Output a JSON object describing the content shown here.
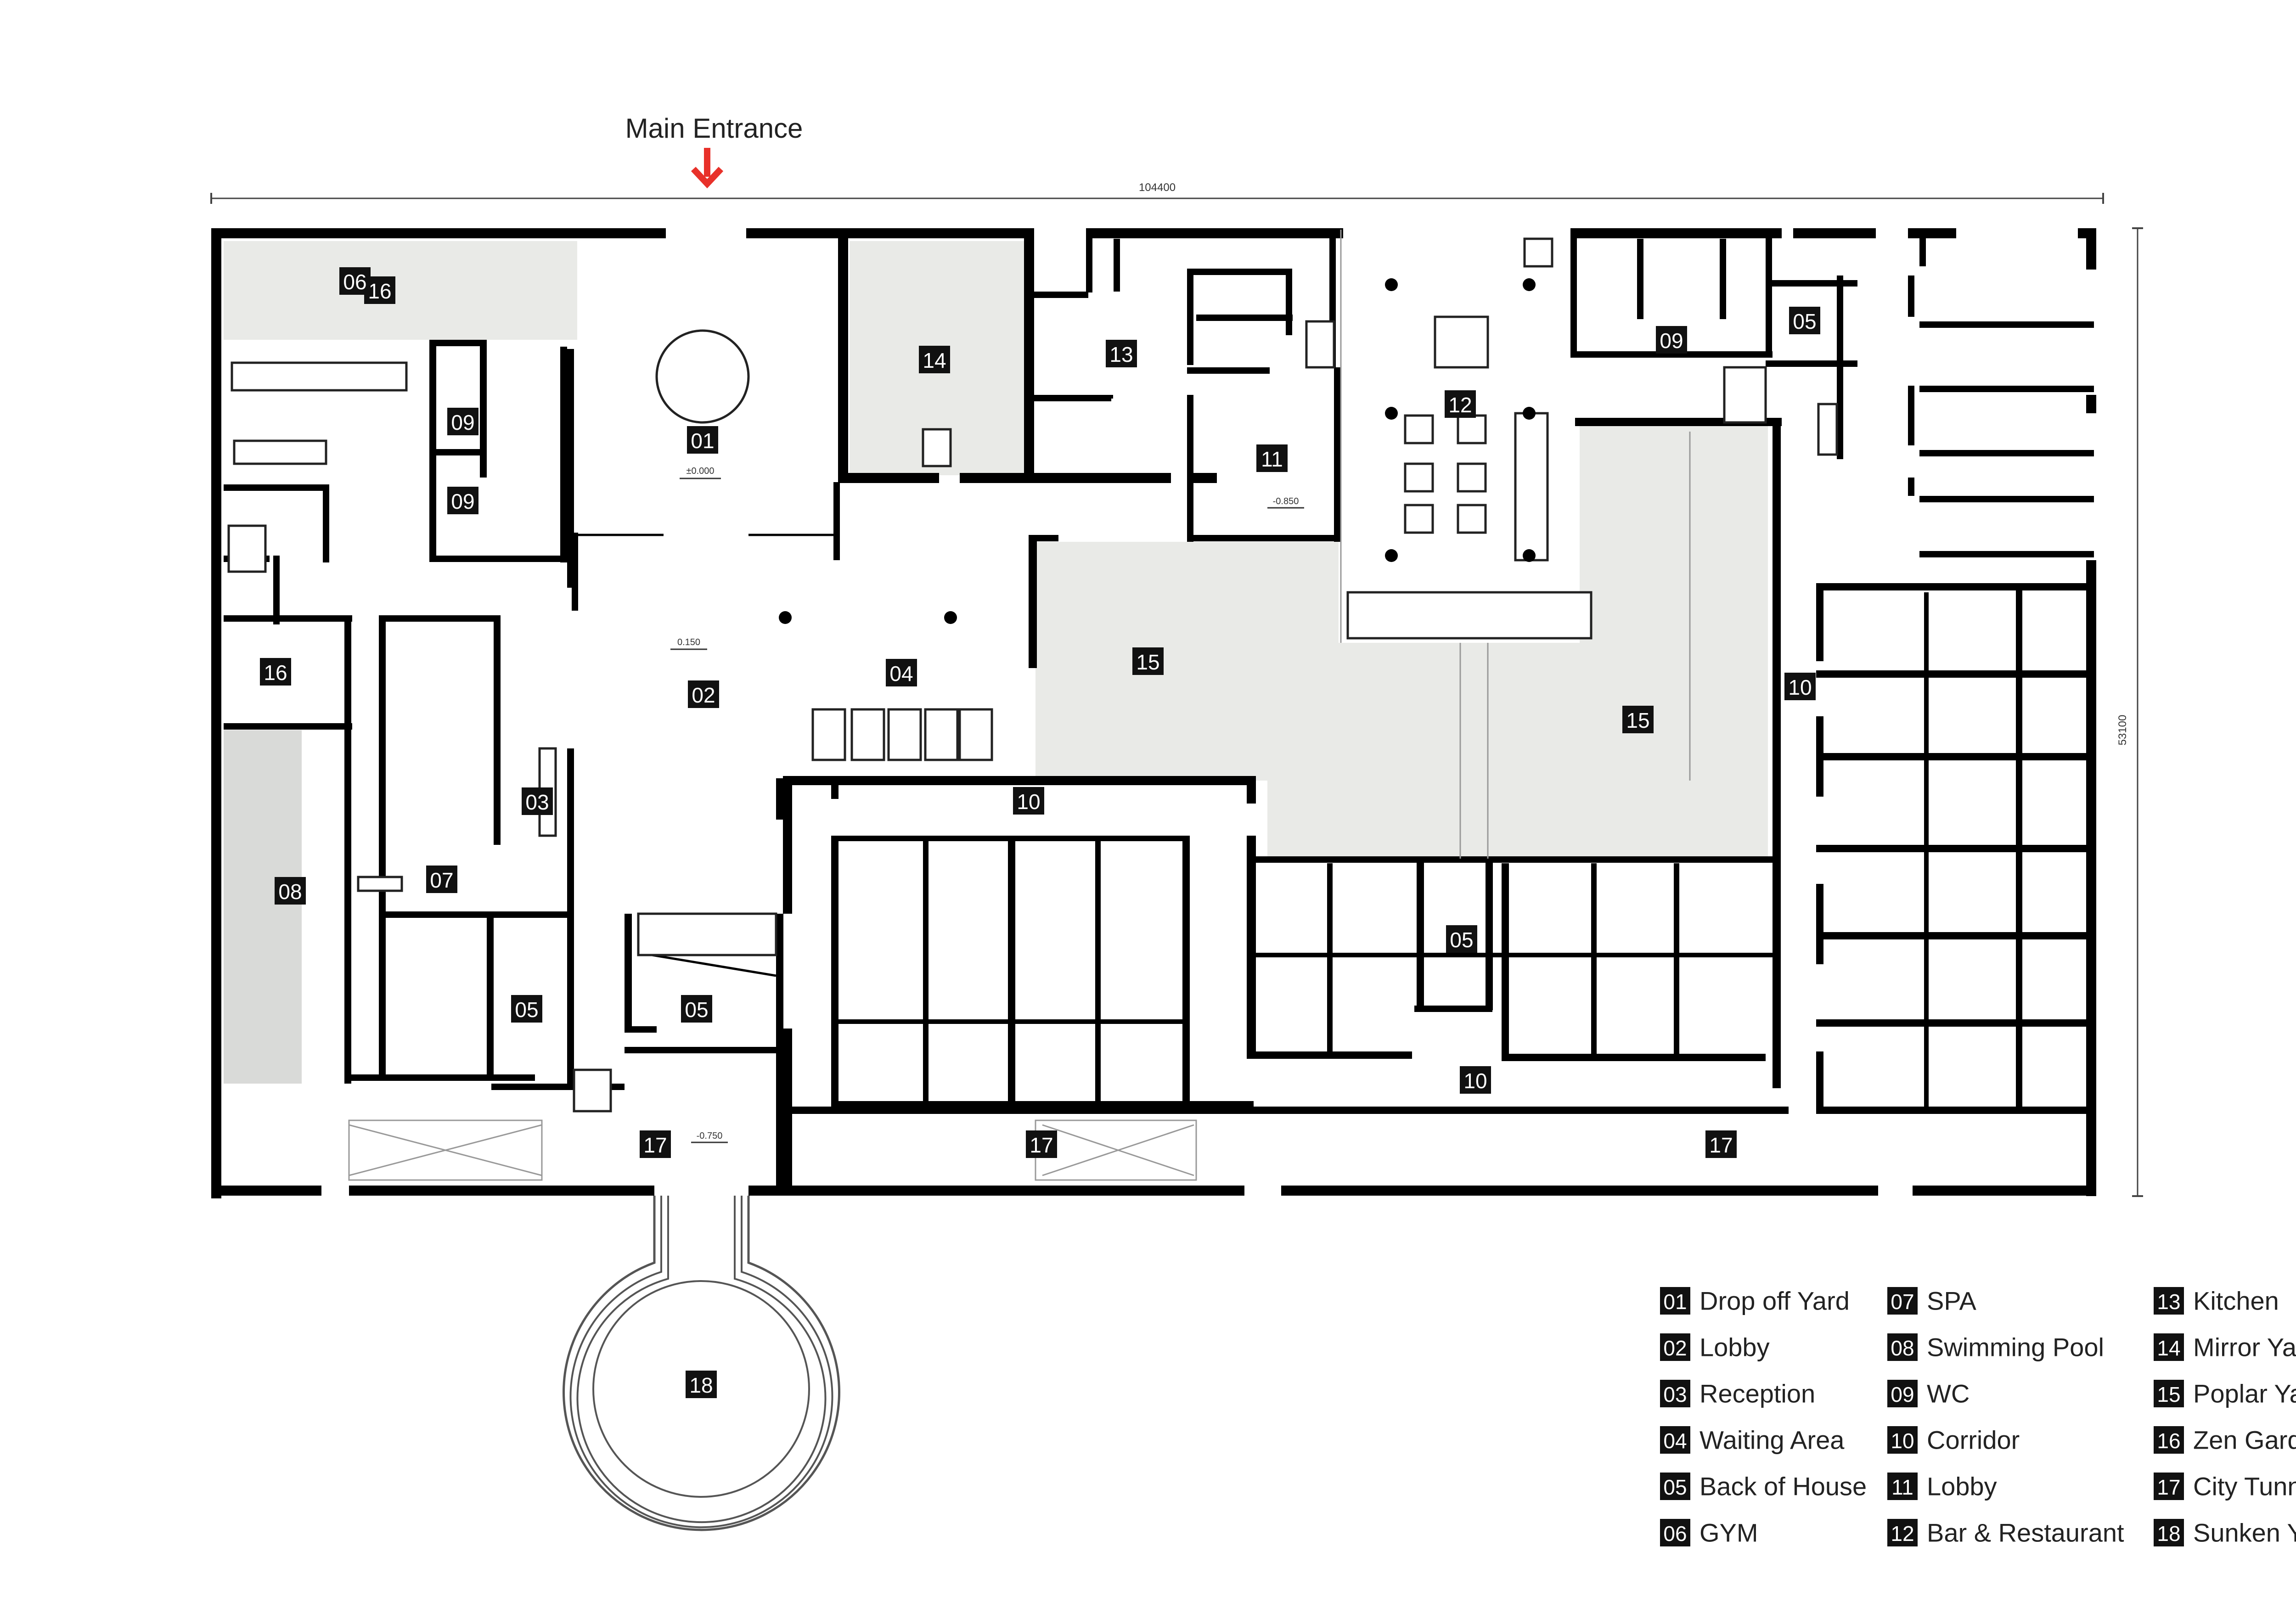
{
  "entrance": {
    "label": "Main Entrance"
  },
  "dimensions": {
    "width": "104400",
    "height": "53100"
  },
  "levels": {
    "drop_off": "±0.000",
    "lobby": "0.150",
    "upper_lobby": "-0.850",
    "tunnel": "-0.750"
  },
  "rooms": [
    {
      "code": "16",
      "name": "zen-garden-north"
    },
    {
      "code": "06",
      "name": "gym"
    },
    {
      "code": "09",
      "name": "wc-gym-upper"
    },
    {
      "code": "09",
      "name": "wc-gym-lower"
    },
    {
      "code": "01",
      "name": "drop-off-yard"
    },
    {
      "code": "14",
      "name": "mirror-yard"
    },
    {
      "code": "13",
      "name": "kitchen"
    },
    {
      "code": "11",
      "name": "lobby-11"
    },
    {
      "code": "12",
      "name": "bar-restaurant"
    },
    {
      "code": "09",
      "name": "wc-east"
    },
    {
      "code": "05",
      "name": "back-of-house-ne"
    },
    {
      "code": "16",
      "name": "zen-garden-west"
    },
    {
      "code": "02",
      "name": "lobby"
    },
    {
      "code": "04",
      "name": "waiting-area"
    },
    {
      "code": "15",
      "name": "poplar-yard-west"
    },
    {
      "code": "15",
      "name": "poplar-yard-east"
    },
    {
      "code": "10",
      "name": "corridor-east"
    },
    {
      "code": "03",
      "name": "reception"
    },
    {
      "code": "08",
      "name": "swimming-pool"
    },
    {
      "code": "07",
      "name": "spa"
    },
    {
      "code": "10",
      "name": "corridor-center"
    },
    {
      "code": "05",
      "name": "back-of-house-sw"
    },
    {
      "code": "05",
      "name": "back-of-house-s"
    },
    {
      "code": "05",
      "name": "back-of-house-center"
    },
    {
      "code": "10",
      "name": "corridor-south"
    },
    {
      "code": "17",
      "name": "city-tunnel-west"
    },
    {
      "code": "17",
      "name": "city-tunnel-center"
    },
    {
      "code": "17",
      "name": "city-tunnel-east"
    },
    {
      "code": "18",
      "name": "sunken-yard"
    }
  ],
  "legend": [
    {
      "code": "01",
      "label": "Drop off Yard"
    },
    {
      "code": "02",
      "label": "Lobby"
    },
    {
      "code": "03",
      "label": "Reception"
    },
    {
      "code": "04",
      "label": "Waiting Area"
    },
    {
      "code": "05",
      "label": "Back of House"
    },
    {
      "code": "06",
      "label": "GYM"
    },
    {
      "code": "07",
      "label": "SPA"
    },
    {
      "code": "08",
      "label": "Swimming Pool"
    },
    {
      "code": "09",
      "label": "WC"
    },
    {
      "code": "10",
      "label": "Corridor"
    },
    {
      "code": "11",
      "label": "Lobby"
    },
    {
      "code": "12",
      "label": "Bar & Restaurant"
    },
    {
      "code": "13",
      "label": "Kitchen"
    },
    {
      "code": "14",
      "label": "Mirror Yard"
    },
    {
      "code": "15",
      "label": "Poplar Yard"
    },
    {
      "code": "16",
      "label": "Zen Garden"
    },
    {
      "code": "17",
      "label": "City Tunnel"
    },
    {
      "code": "18",
      "label": "Sunken Yard"
    }
  ],
  "colors": {
    "entrance_arrow": "#e8312a",
    "wall": "#000000",
    "yard": "#e9eae7"
  }
}
